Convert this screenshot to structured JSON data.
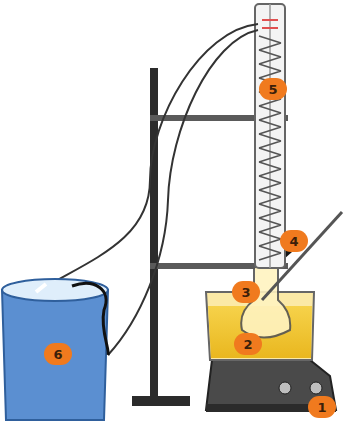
{
  "diagram": {
    "labels": [
      "5",
      "4",
      "3",
      "2",
      "6",
      "1"
    ]
  }
}
